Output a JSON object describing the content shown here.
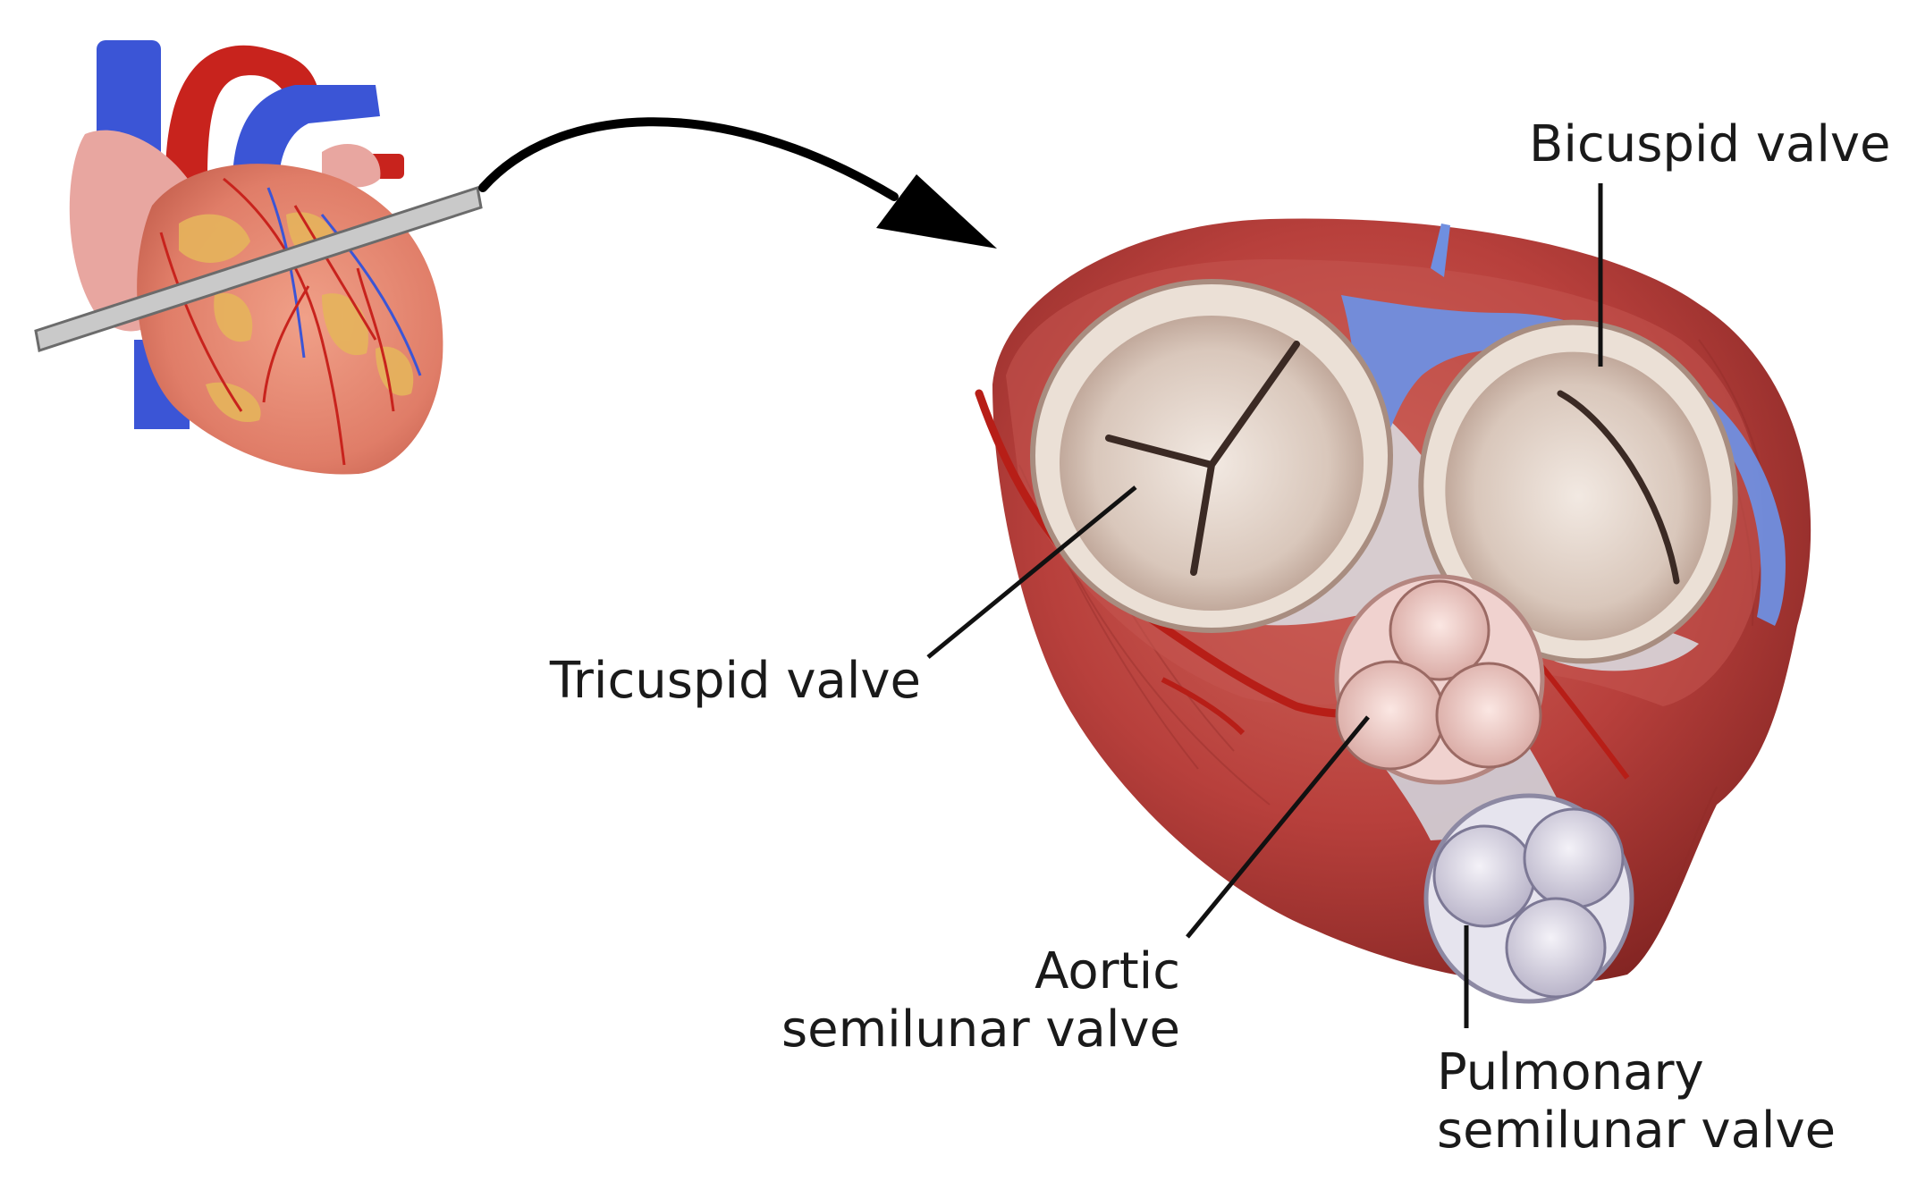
{
  "labels": {
    "tricuspid": "Tricuspid valve",
    "bicuspid": "Bicuspid valve",
    "aortic_line1": "Aortic",
    "aortic_line2": "semilunar valve",
    "pulmonary_line1": "Pulmonary",
    "pulmonary_line2": "semilunar valve"
  },
  "colors": {
    "muscle": "#b8403c",
    "muscle_dark": "#8e2a27",
    "artery": "#c8231d",
    "vein": "#3a5bd9",
    "fat": "#e8b85a",
    "valve": "#dccbbf",
    "aortic_valve": "#e9c4c0",
    "pulmonary_valve": "#d9d6e3",
    "skeleton": "#d8d8dd",
    "leader": "#111111"
  },
  "icons": [
    "heart-illustration",
    "slice-plane",
    "curved-arrow",
    "heart-cross-section"
  ]
}
